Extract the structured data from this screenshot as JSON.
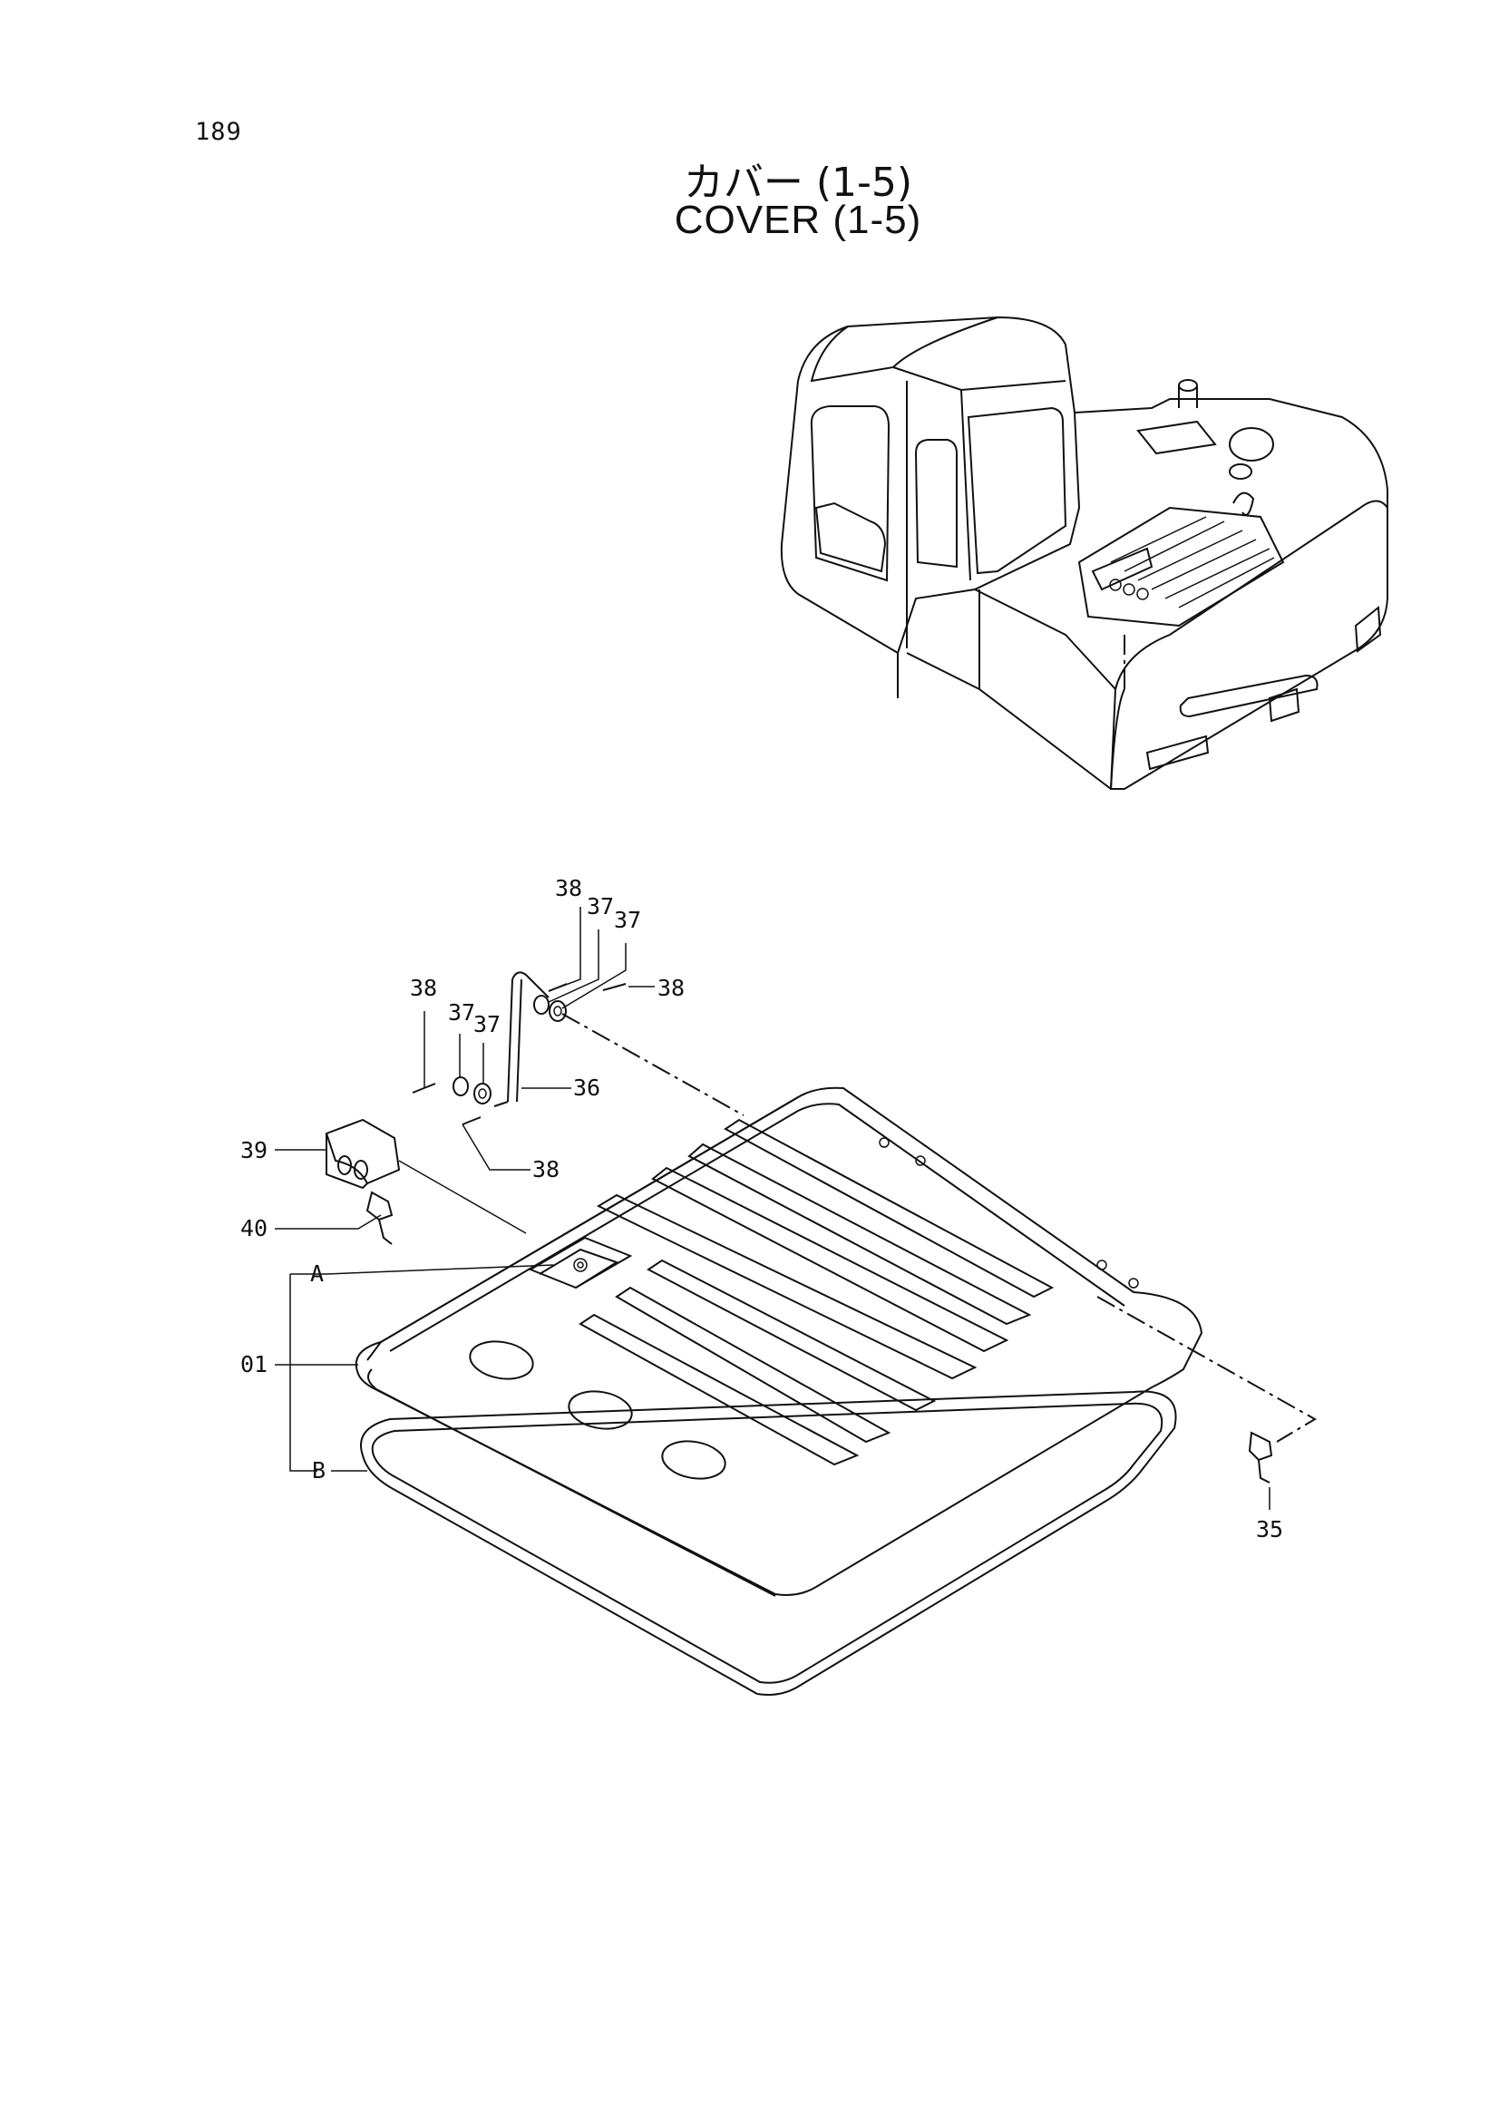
{
  "page_number": "189",
  "title_ja": "カバー (1-5)",
  "title_en": "COVER (1-5)",
  "callouts": {
    "c38a": "38",
    "c37a": "37",
    "c37b": "37",
    "c38b": "38",
    "c37c": "37",
    "c37d": "37",
    "c38c": "38",
    "c36": "36",
    "c39": "39",
    "c38d": "38",
    "c40": "40",
    "cA": "A",
    "c01": "01",
    "cB": "B",
    "c35": "35"
  },
  "icons": [
    "excavator-overview-illustration",
    "cover-assembly-illustration"
  ]
}
